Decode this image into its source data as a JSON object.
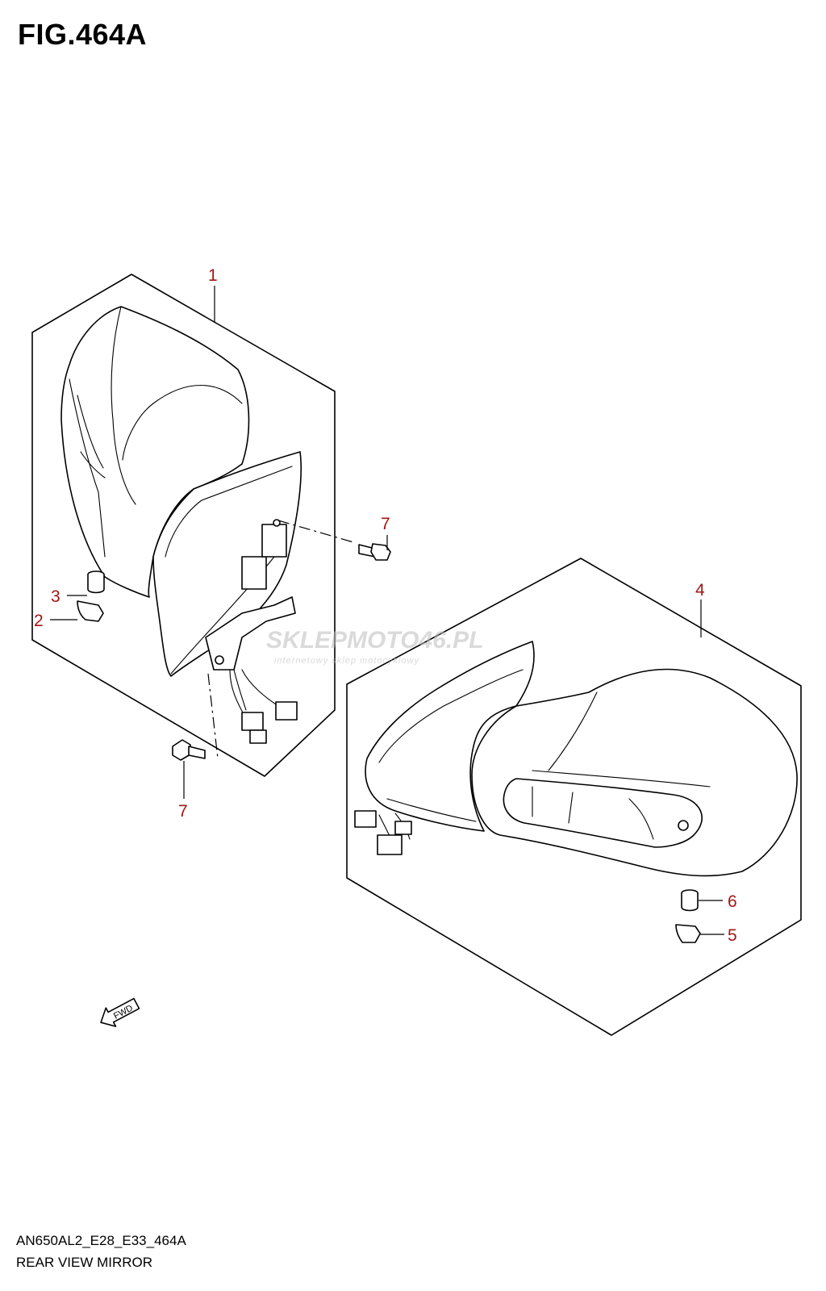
{
  "figure": {
    "title": "FIG.464A",
    "model_code": "AN650AL2_E28_E33_464A",
    "name": "REAR VIEW MIRROR"
  },
  "callouts": {
    "c1": "1",
    "c2": "2",
    "c3": "3",
    "c4": "4",
    "c5": "5",
    "c6": "6",
    "c7a": "7",
    "c7b": "7"
  },
  "fwd_label": "FWD",
  "watermark": {
    "brand": "SKLEPMOTO46.PL",
    "tagline": "internetowy sklep motocyklowy"
  },
  "colors": {
    "callout": "#a31515",
    "line": "#000000",
    "watermark": "#c8c8c8"
  }
}
